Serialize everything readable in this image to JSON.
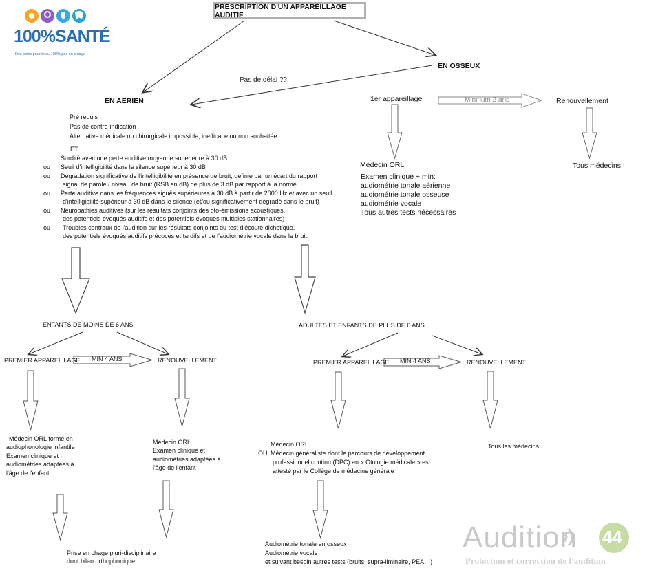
{
  "title": "PRESCRIPTION D'UN APPAREILLAGE AUDITIF",
  "logo_sante": {
    "brand": "100%SANTÉ",
    "tagline": "Des soins pour tous, 100% pris en charge",
    "dot_colors": [
      "#f5a623",
      "#8e5bc9",
      "#3aa8e0",
      "#2ea3c9"
    ]
  },
  "logo_audition": {
    "brand": "Audition",
    "number": "44",
    "tagline": "Protection et correction de l'audition",
    "color": "#c9c9c9",
    "accent": "#c7dba4"
  },
  "aerien": {
    "heading": "EN AERIEN",
    "prereq_title": "Pré requis :",
    "prereq_items": [
      "Pas de contre-indication",
      "Alternative médicale ou chirurgicale impossible, inefficace ou non souhaitée"
    ],
    "et": "ET",
    "criteria_first": "Surdité avec une perte auditive moyenne supérieure à 30 dB",
    "ou": "ou",
    "criteria": [
      [
        "Seuil d'intelligibilité dans le silence supérieur à 30 dB"
      ],
      [
        "Dégradation significative de l'intelligibilité en présence de bruit, définie par un écart du rapport",
        "signal de parole / niveau de bruit (RSB en dB) de plus de 3 dB par rapport à la norme"
      ],
      [
        "Perte auditive dans les fréquences aiguës supérieures à 30 dB à partir de 2000 Hz et avec un seuil",
        "d'intelligibilité supérieur à 30 dB dans le silence (et/ou significativement dégradé dans le bruit)"
      ],
      [
        "Neuropathies auditives (sur les résultats conjoints des oto-émissions acoustiques,",
        "des potentiels évoqués auditifs et des potentiels évoqués multiples stationnaires)"
      ],
      [
        "Troubles centraux de l'audition sur les résultats conjoints du test d'écoute dichotique,",
        "des potentiels évoqués auditifs précoces et tardifs et de l'audiométrie vocale dans le bruit."
      ]
    ]
  },
  "delay_label": "Pas de délai ??",
  "osseux": {
    "heading": "EN OSSEUX",
    "first": "1er appareillage",
    "min_label": "Mininum 2 ans",
    "renewal": "Renouvellement",
    "doctor": "Médecin ORL",
    "exam": [
      "Examen clinique + min:",
      "audiométrie tonale aérienne",
      "audiométrie tonale osseuse",
      "audiométrie vocale",
      "Tous autres tests nécessaires"
    ],
    "renewal_doctor": "Tous médecins"
  },
  "enfants": {
    "heading": "ENFANTS DE MOINS DE 6 ANS",
    "first": "PREMIER APPAREILLAGE",
    "min_label": "MIN 4 ANS",
    "renewal": "RENOUVELLEMENT",
    "first_doctor": [
      "Médecin   ORL formé en",
      "audiophonologie infantile",
      "Examen clinique et",
      "audiométries adaptées à",
      "l'âge de l'enfant"
    ],
    "renewal_doctor": [
      "Médecin ORL",
      "Examen clinique et",
      "audiométries adaptées à",
      "l'âge de l'enfant"
    ],
    "followup": [
      "Prise en chage pluri-disciplinaire",
      "dont bilan orthophonique"
    ]
  },
  "adultes": {
    "heading": "ADULTES ET ENFANTS DE PLUS DE 6 ANS",
    "first": "PREMIER APPAREILLAGE",
    "min_label": "MIN 4 ANS",
    "renewal": "RENOUVELLEMENT",
    "first_doctor": "Médecin ORL",
    "or": "OU",
    "alt_doctor": [
      "Médecin généraliste dont le parcours de développement",
      "professionnel continu (DPC) en « Otologie médicale » est",
      "attesté par le Collège de médecine générale"
    ],
    "renewal_doctor": "Tous les médecins",
    "tests": [
      "Audiométrie tonale en osseux",
      "Audiométrie vocale",
      "et suivant besoin autres tests (bruits, supra-liminaire, PEA…)"
    ]
  }
}
